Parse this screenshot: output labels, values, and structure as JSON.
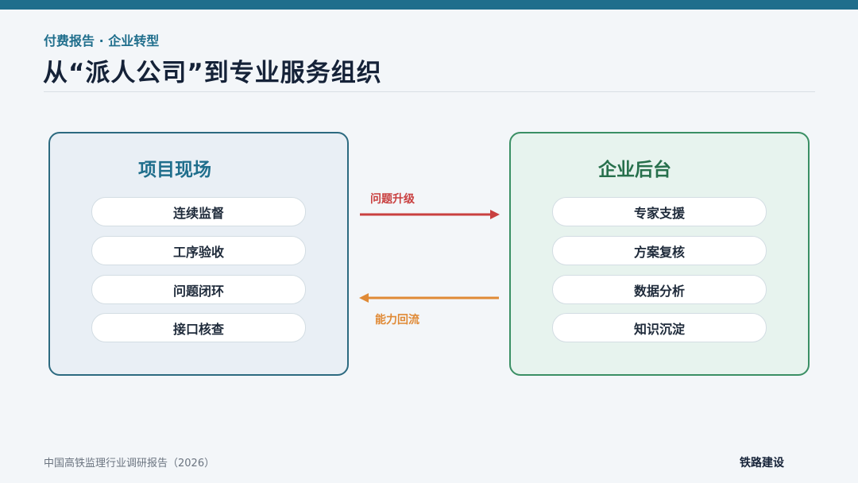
{
  "header": {
    "eyebrow": "付费报告 · 企业转型",
    "title": "从“派人公司”到专业服务组织"
  },
  "left_panel": {
    "title": "项目现场",
    "items": [
      "连续监督",
      "工序验收",
      "问题闭环",
      "接口核查"
    ]
  },
  "right_panel": {
    "title": "企业后台",
    "items": [
      "专家支援",
      "方案复核",
      "数据分析",
      "知识沉淀"
    ]
  },
  "arrows": {
    "escalate_label": "问题升级",
    "feedback_label": "能力回流",
    "escalate_color": "#c94040",
    "feedback_color": "#e08a36"
  },
  "footer": {
    "source": "中国高铁监理行业调研报告（2026）",
    "brand": "铁路建设"
  },
  "colors": {
    "accent": "#1f6e8c",
    "left_border": "#2c6a80",
    "right_border": "#3a8f64"
  }
}
